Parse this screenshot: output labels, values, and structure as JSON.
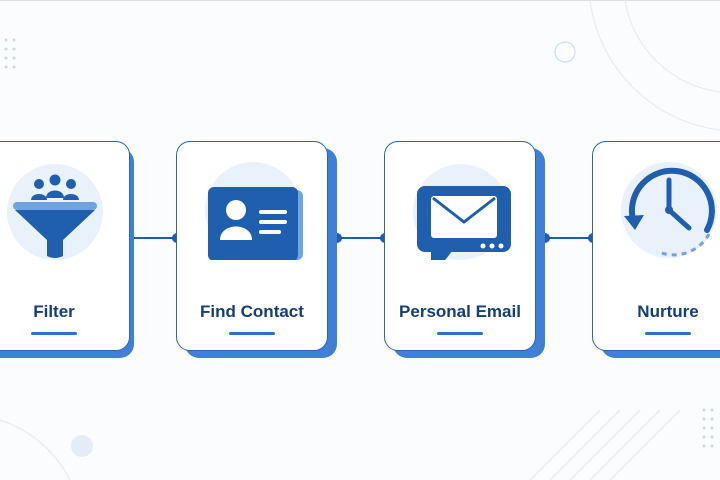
{
  "steps": [
    {
      "label": "Filter",
      "icon": "funnel-people-icon"
    },
    {
      "label": "Find Contact",
      "icon": "contact-card-icon"
    },
    {
      "label": "Personal Email",
      "icon": "email-message-icon"
    },
    {
      "label": "Nurture",
      "icon": "clock-cycle-icon"
    }
  ],
  "colors": {
    "primary": "#1f5fae",
    "accent": "#2c6fcf",
    "card_shadow": "#3f7fd6",
    "label": "#163f77",
    "halo": "#e9f1fb"
  }
}
